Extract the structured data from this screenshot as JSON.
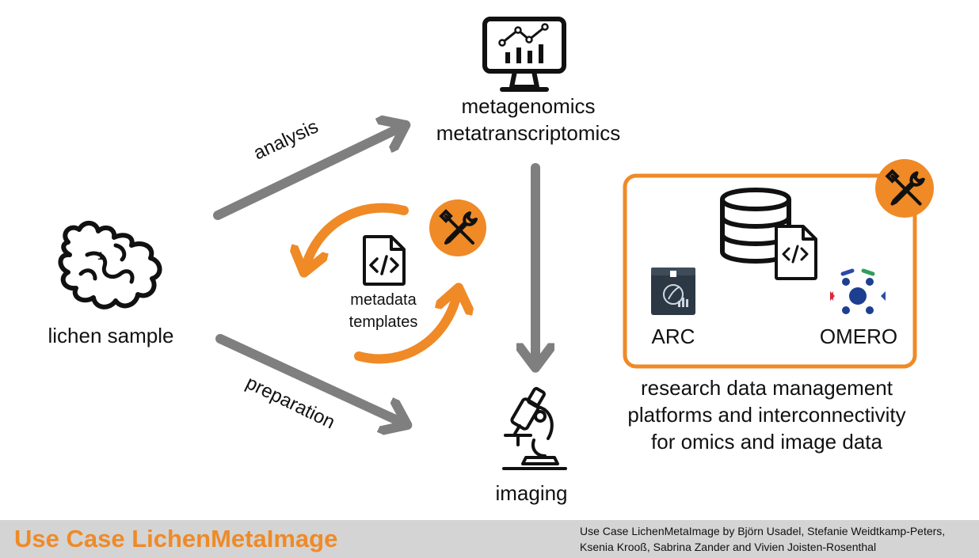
{
  "nodes": {
    "analysis_output": {
      "line1": "metagenomics",
      "line2": "metatranscriptomics"
    },
    "sample": {
      "label": "lichen sample"
    },
    "imaging": {
      "label": "imaging"
    },
    "metadata": {
      "line1": "metadata",
      "line2": "templates"
    }
  },
  "edges": {
    "analysis": "analysis",
    "preparation": "preparation"
  },
  "platforms": {
    "arc": "ARC",
    "omero": "OMERO",
    "caption_line1": "research data management",
    "caption_line2": "platforms and interconnectivity",
    "caption_line3": "for omics and image data"
  },
  "footer": {
    "title": "Use Case LichenMetaImage",
    "credit_line1": "Use Case LichenMetaImage by  Björn Usadel, Stefanie Weidtkamp-Peters,",
    "credit_line2": "Ksenia Krooß, Sabrina Zander and Vivien Joisten-Rosenthal"
  },
  "colors": {
    "accent": "#ef8a27",
    "arrow": "#7f7f7f",
    "footer_bg": "#d4d4d4"
  },
  "icons": [
    "monitor-chart-icon",
    "lichen-icon",
    "microscope-icon",
    "code-document-icon",
    "tools-icon",
    "database-icon",
    "arc-logo-icon",
    "omero-logo-icon"
  ]
}
